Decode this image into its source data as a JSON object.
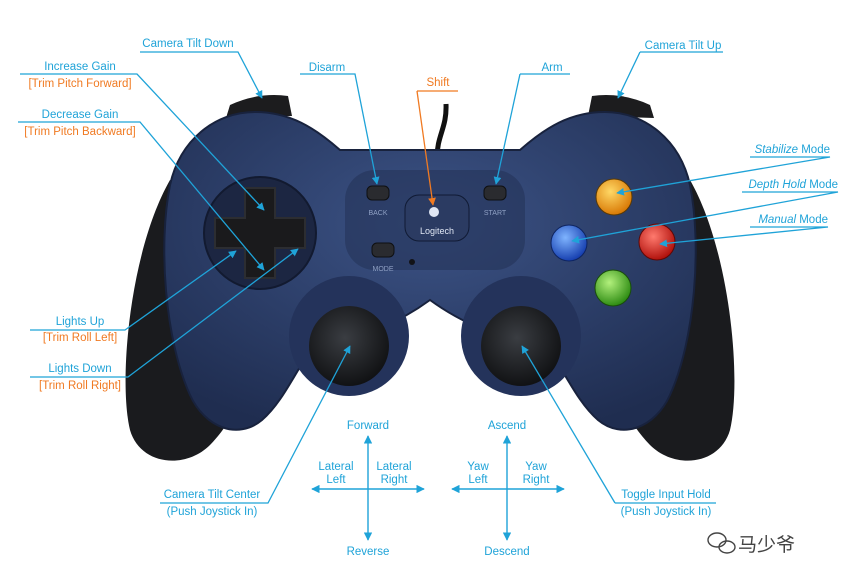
{
  "brand": "Logitech",
  "buttons": {
    "back": "BACK",
    "start": "START",
    "mode": "MODE"
  },
  "labels": {
    "camera_tilt_down": "Camera Tilt Down",
    "camera_tilt_up": "Camera Tilt Up",
    "increase_gain": "Increase Gain",
    "trim_pitch_forward": "[Trim Pitch Forward]",
    "decrease_gain": "Decrease Gain",
    "trim_pitch_backward": "[Trim Pitch Backward]",
    "disarm": "Disarm",
    "shift": "Shift",
    "arm": "Arm",
    "stabilize_em": "Stabilize",
    "stabilize_rest": " Mode",
    "depth_hold_em": "Depth Hold",
    "depth_hold_rest": " Mode",
    "manual_em": "Manual",
    "manual_rest": " Mode",
    "lights_up": "Lights Up",
    "trim_roll_left": "[Trim Roll Left]",
    "lights_down": "Lights Down",
    "trim_roll_right": "[Trim Roll Right]",
    "camera_tilt_center": "Camera Tilt Center",
    "push_joystick_in_left": "(Push Joystick In)",
    "toggle_input_hold": "Toggle Input Hold",
    "push_joystick_in_right": "(Push Joystick In)",
    "forward": "Forward",
    "reverse": "Reverse",
    "lateral_left_1": "Lateral",
    "lateral_left_2": "Left",
    "lateral_right_1": "Lateral",
    "lateral_right_2": "Right",
    "ascend": "Ascend",
    "descend": "Descend",
    "yaw_left_1": "Yaw",
    "yaw_left_2": "Left",
    "yaw_right_1": "Yaw",
    "yaw_right_2": "Right"
  },
  "watermark": "马少爷",
  "colors": {
    "label_blue": "#1fa3d8",
    "label_orange": "#f07a22",
    "controller_body": "#2c3f6b",
    "button_yellow": "#f2a81c",
    "button_blue": "#2d6fe0",
    "button_red": "#e8261e",
    "button_green": "#5cc62e"
  }
}
